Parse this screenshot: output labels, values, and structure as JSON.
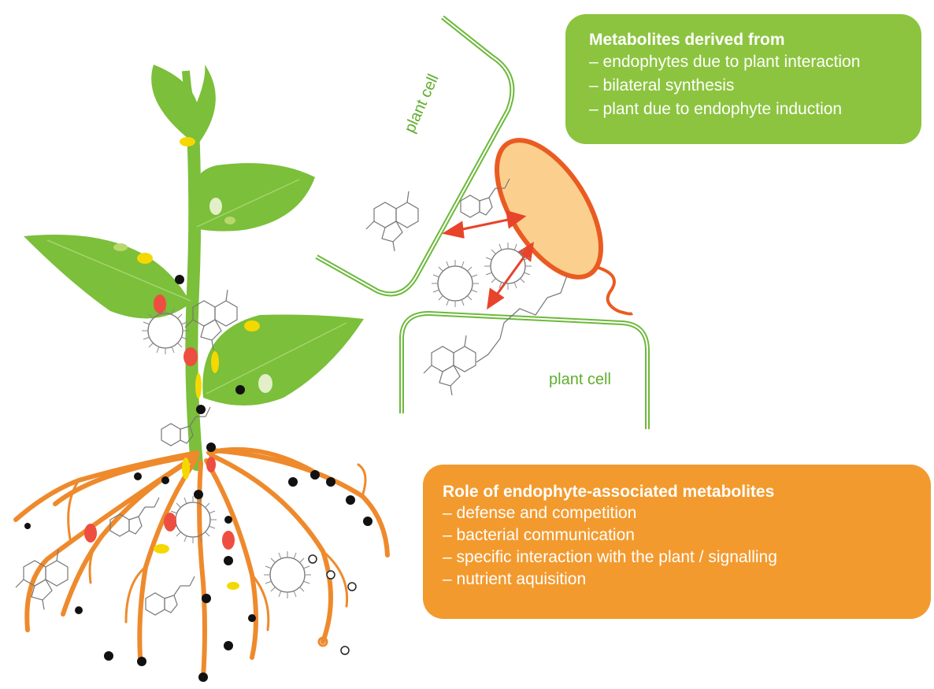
{
  "cell_labels": {
    "top": "plant cell",
    "bottom": "plant cell"
  },
  "metabolites_box": {
    "title": "Metabolites derived from",
    "items": [
      "– endophytes due to plant interaction",
      "– bilateral synthesis",
      "– plant due to endophyte induction"
    ]
  },
  "role_box": {
    "title": "Role of endophyte-associated metabolites",
    "items": [
      "– defense and competition",
      "– bacterial communication",
      "– specific interaction with the plant / signalling",
      "– nutrient aquisition"
    ]
  },
  "colors": {
    "leaf": "#7bbf3a",
    "stem": "#7bbf3a",
    "root": "#ee8a2c",
    "bacterium_fill": "#fbd08e",
    "bacterium_outline": "#ea5b22",
    "arrow": "#e8432b",
    "green_box": "#8cc43f",
    "orange_box": "#f39a2e",
    "cell_wall": "#6cb93b"
  }
}
